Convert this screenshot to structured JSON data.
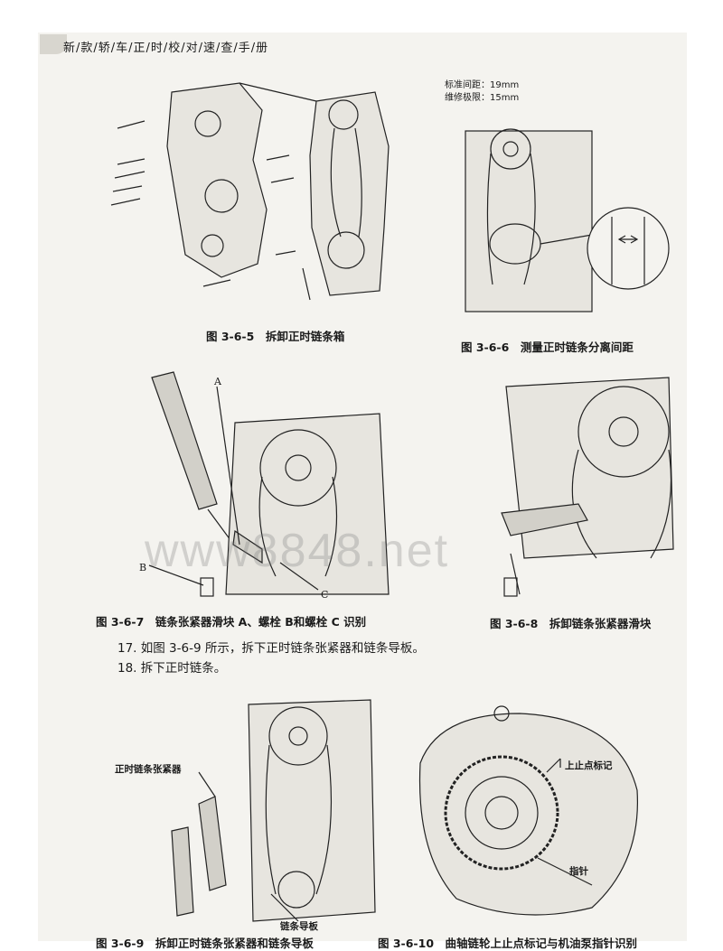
{
  "header": {
    "title": "新/款/轿/车/正/时/校/对/速/查/手/册"
  },
  "fig_3_6_5": {
    "caption": "图 3-6-5　拆卸正时链条箱"
  },
  "fig_3_6_6": {
    "caption": "图 3-6-6　测量正时链条分离间距",
    "spec_standard": "标准间距：19mm",
    "spec_limit": "维修极限：15mm"
  },
  "fig_3_6_7": {
    "caption": "图 3-6-7　链条张紧器滑块 A、螺栓 B和螺栓 C 识别",
    "label_a": "A",
    "label_b": "B",
    "label_c": "C"
  },
  "fig_3_6_8": {
    "caption": "图 3-6-8　拆卸链条张紧器滑块"
  },
  "steps": {
    "step17": "17. 如图 3-6-9 所示，拆下正时链条张紧器和链条导板。",
    "step18": "18. 拆下正时链条。"
  },
  "fig_3_6_9": {
    "caption": "图 3-6-9　拆卸正时链条张紧器和链条导板",
    "label_tensioner": "正时链条张紧器",
    "label_guide": "链条导板"
  },
  "fig_3_6_10": {
    "caption": "图 3-6-10　曲轴链轮上止点标记与机油泵指针识别",
    "label_tdc": "上止点标记",
    "label_pointer": "指针"
  },
  "watermark": "www8848.net"
}
